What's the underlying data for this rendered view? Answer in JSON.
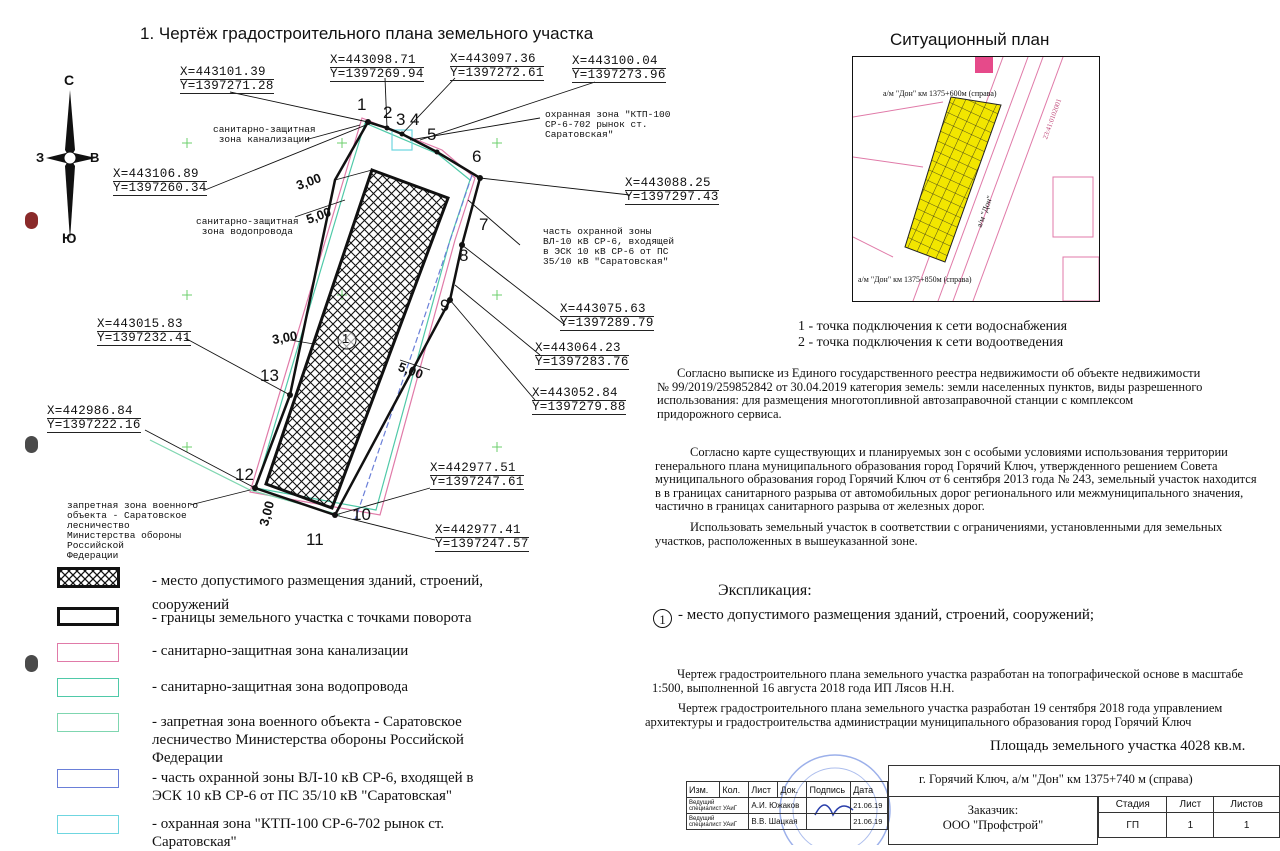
{
  "left_title": "1. Чертёж градостроительного плана земельного участка",
  "compass": {
    "north": "С",
    "south": "Ю",
    "west": "З",
    "east": "В"
  },
  "coords": [
    {
      "id": "c1",
      "x": "X=443101.39",
      "y": "Y=1397271.28"
    },
    {
      "id": "c2",
      "x": "X=443098.71",
      "y": "Y=1397269.94"
    },
    {
      "id": "c3",
      "x": "X=443097.36",
      "y": "Y=1397272.61"
    },
    {
      "id": "c4",
      "x": "X=443100.04",
      "y": "Y=1397273.96"
    },
    {
      "id": "c5",
      "x": "X=443106.89",
      "y": "Y=1397260.34"
    },
    {
      "id": "c6",
      "x": "X=443088.25",
      "y": "Y=1397297.43"
    },
    {
      "id": "c7",
      "x": "X=443075.63",
      "y": "Y=1397289.79"
    },
    {
      "id": "c8",
      "x": "X=443064.23",
      "y": "Y=1397283.76"
    },
    {
      "id": "c9",
      "x": "X=443052.84",
      "y": "Y=1397279.88"
    },
    {
      "id": "c10",
      "x": "X=443015.83",
      "y": "Y=1397232.41"
    },
    {
      "id": "c11",
      "x": "X=442986.84",
      "y": "Y=1397222.16"
    },
    {
      "id": "c12",
      "x": "X=442977.51",
      "y": "Y=1397247.61"
    },
    {
      "id": "c13",
      "x": "X=442977.41",
      "y": "Y=1397247.57"
    }
  ],
  "zone_notes": {
    "sewer": "санитарно-защитная\nзона канализации",
    "water": "санитарно-защитная\nзона водопровода",
    "ktp": "охранная зона \"КТП-100\nСР-6-702 рынок ст.\nСаратовская\"",
    "vl": "часть охранной зоны\nВЛ-10 кВ СР-6, входящей\nв ЭСК 10 кВ СР-6 от ПС\n35/10 кВ \"Саратовская\"",
    "military": "запретная зона военного\nобъекта - Саратовское\nлесничество\nМинистерства обороны\nРоссийской\nФедерации"
  },
  "point_numbers": [
    "1",
    "2",
    "3",
    "4",
    "5",
    "6",
    "7",
    "8",
    "9",
    "10",
    "11",
    "12",
    "13"
  ],
  "dims": [
    "3,00",
    "5,00",
    "3,00",
    "5,00",
    "3,00"
  ],
  "zone_marker": "1",
  "legend": [
    {
      "text": "- место допустимого размещения  зданий, строений,\n  сооружений"
    },
    {
      "text": "- границы земельного участка с точками поворота"
    },
    {
      "text": "- санитарно-защитная зона канализации"
    },
    {
      "text": "- санитарно-защитная зона водопровода"
    },
    {
      "text": "- запретная зона военного объекта - Саратовское лесничество Министерства обороны Российской Федерации"
    },
    {
      "text": "- часть охранной зоны ВЛ-10 кВ СР-6, входящей в ЭСК 10 кВ СР-6 от ПС 35/10 кВ \"Саратовская\""
    },
    {
      "text": "- охранная зона \"КТП-100 СР-6-702 рынок ст. Саратовская\""
    }
  ],
  "situation": {
    "title": "Ситуационный план",
    "top_label": "а/м \"Дон\" км 1375+600м (справа)",
    "bottom_label": "а/м \"Дон\" км 1375+850м (справа)",
    "road_label": "а/м \"Дон\"",
    "code": "23:41:0102001",
    "connections": [
      "1 - точка подключения к сети водоснабжения",
      "2 - точка подключения к сети водоотведения"
    ]
  },
  "paragraphs": {
    "p1": "Согласно выписке из Единого государственного реестра недвижимости об объекте недвижимости\n№ 99/2019/259852842 от 30.04.2019 категория земель: земли населенных пунктов, виды разрешенного\nиспользования: для размещения многотопливной автозаправочной станции с комплексом\nпридорожного сервиса.",
    "p2": "Согласно карте существующих и планируемых зон с особыми условиями использования территории\nгенерального плана муниципального образования город Горячий Ключ, утвержденного решением Совета\nмуниципального образования город Горячий Ключ от 6 сентября 2013 года № 243, земельный участок находится\nв в границах санитарного разрыва от автомобильных дорог регионального или межмуниципального значения,\nчастично в границах санитарного разрыва от железных дорог.",
    "p3": "Использовать земельный участок в соответствии с ограничениями, установленными для земельных\nучастков, расположенных в вышеуказанной зоне."
  },
  "explication": {
    "title": "Экспликация:",
    "marker": "1",
    "item": "- место допустимого размещения зданий, строений, сооружений;"
  },
  "footer": {
    "f1": "Чертеж градостроительного плана земельного участка разработан на топографической основе в масштабе\n1:500, выполненной 16 августа 2018 года ИП Лясов Н.Н.",
    "f2": "Чертеж градостроительного плана земельного участка разработан 19 сентября 2018 года управлением\nархитектуры и градостроительства администрации муниципального образования город Горячий Ключ",
    "area": "Площадь земельного участка 4028 кв.м."
  },
  "stamp": {
    "headers": [
      "Изм.",
      "Кол.",
      "Лист",
      "Док.",
      "Подпись",
      "Дата"
    ],
    "address": "г. Горячий Ключ, а/м \"Дон\" км 1375+740 м (справа)",
    "customer_label": "Заказчик:",
    "customer": "ООО \"Профстрой\"",
    "stage_headers": [
      "Стадия",
      "Лист",
      "Листов"
    ],
    "stage_values": [
      "ГП",
      "1",
      "1"
    ],
    "rows": [
      {
        "role": "Ведущий специалист УАиГ",
        "name": "А.И. Южаков",
        "date": "21.06.19"
      },
      {
        "role": "Ведущий специалист УАиГ",
        "name": "В.В. Шацкая",
        "date": "21.06.19"
      }
    ]
  },
  "colors": {
    "sewer": "#e07aa8",
    "water": "#4fc9a8",
    "military": "#7fd6b0",
    "vl": "#6a7fd8",
    "ktp": "#6fd6e0",
    "plot_fill": "#f2e600",
    "stamp_blue": "#4a6fd8"
  }
}
